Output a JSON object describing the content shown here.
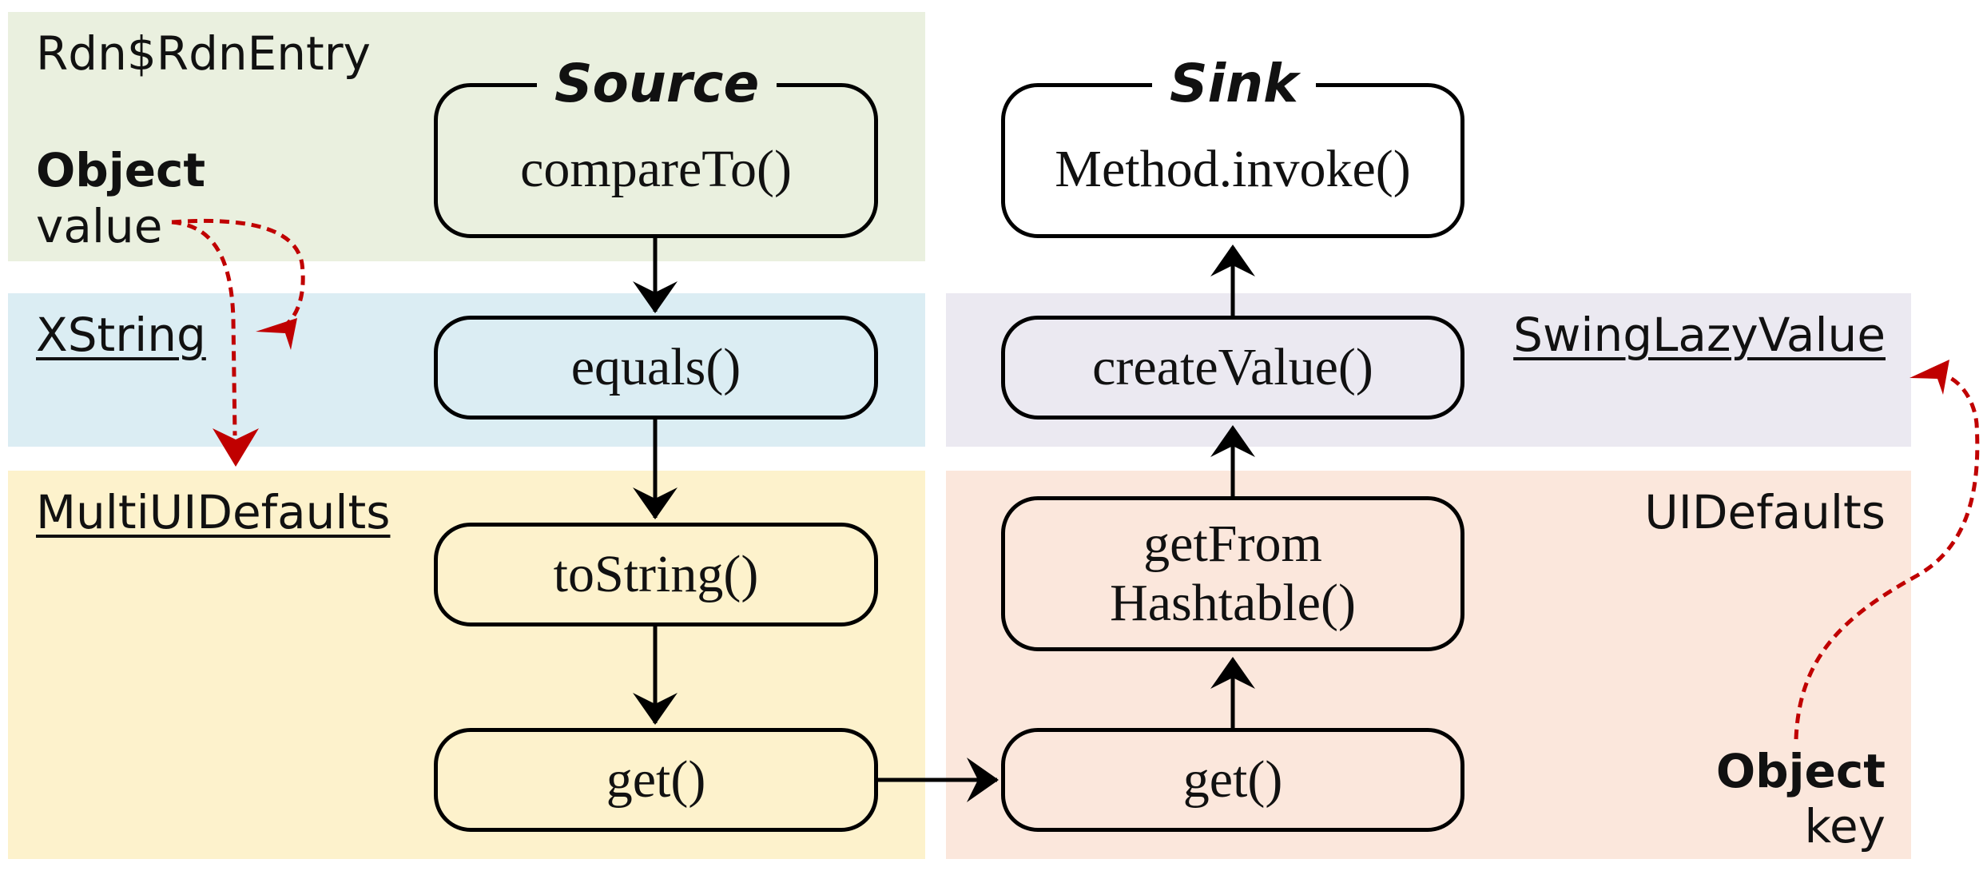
{
  "colors": {
    "green_band": "#eaf0df",
    "blue_band": "#dbedf3",
    "yellow_band": "#fdf2cc",
    "lavender_band": "#ebe9f1",
    "peach_band": "#fbe7dc",
    "dashed_arrow": "#c00000"
  },
  "titles": {
    "source": "Source",
    "sink": "Sink"
  },
  "nodes": {
    "compareTo": "compareTo()",
    "equals": "equals()",
    "toString": "toString()",
    "get_left": "get()",
    "invoke": "Method.invoke()",
    "createValue": "createValue()",
    "getFrom_line1": "getFrom",
    "getFrom_line2": "Hashtable()",
    "get_right": "get()"
  },
  "classes": {
    "rdn": "Rdn$RdnEntry",
    "xstring": "XString",
    "multiui": "MultiUIDefaults",
    "swinglazy": "SwingLazyValue",
    "uidefaults": "UIDefaults"
  },
  "fields": {
    "left_type": "Object",
    "left_name": "value",
    "right_type": "Object",
    "right_name": "key"
  }
}
